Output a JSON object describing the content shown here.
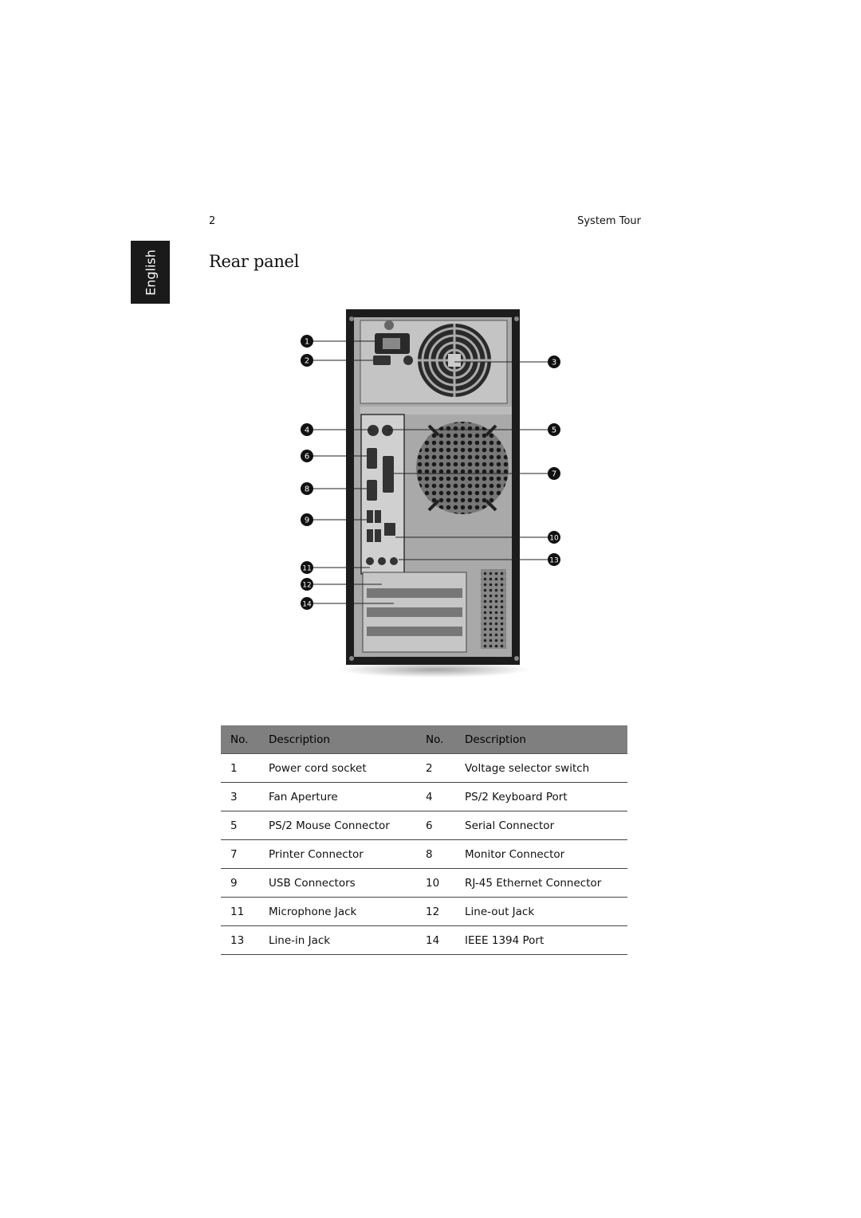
{
  "header": {
    "page_number": "2",
    "section": "System Tour"
  },
  "side_tab": {
    "label": "English"
  },
  "title": "Rear panel",
  "figure": {
    "callouts": [
      "1",
      "2",
      "3",
      "4",
      "5",
      "6",
      "7",
      "8",
      "9",
      "10",
      "11",
      "12",
      "13",
      "14"
    ]
  },
  "table": {
    "headers": [
      "No.",
      "Description",
      "No.",
      "Description"
    ],
    "rows": [
      [
        "1",
        "Power cord socket",
        "2",
        "Voltage selector switch"
      ],
      [
        "3",
        "Fan Aperture",
        "4",
        "PS/2 Keyboard Port"
      ],
      [
        "5",
        "PS/2 Mouse Connector",
        "6",
        "Serial Connector"
      ],
      [
        "7",
        "Printer Connector",
        "8",
        "Monitor Connector"
      ],
      [
        "9",
        "USB Connectors",
        "10",
        "RJ-45 Ethernet Connector"
      ],
      [
        "11",
        "Microphone Jack",
        "12",
        "Line-out Jack"
      ],
      [
        "13",
        "Line-in Jack",
        "14",
        "IEEE 1394 Port"
      ]
    ]
  }
}
